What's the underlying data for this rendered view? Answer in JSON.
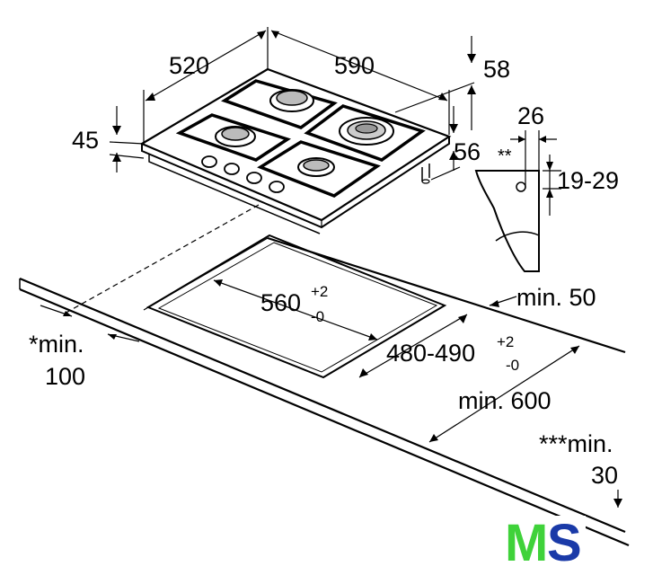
{
  "dimensions": {
    "hob_depth": "520",
    "hob_width": "590",
    "total_height": "58",
    "glass_thickness": "45",
    "under_height": "56",
    "hole_offset": "26",
    "double_star_label": "**",
    "worktop_range": "19-29",
    "cutout_width": "560",
    "cutout_width_plus": "+2",
    "cutout_width_minus": "-0",
    "cutout_depth": "480-490",
    "cutout_depth_plus": "+2",
    "cutout_depth_minus": "-0",
    "min_back": "min. 50",
    "min_worktop": "min. 600",
    "side_min_line1": "*min.",
    "side_min_line2": "100",
    "wall_min_line1": "***min.",
    "wall_min_line2": "30"
  },
  "logo": {
    "text": "MS",
    "colors": {
      "m": "#3fd23a",
      "s": "#1a3aa8"
    }
  }
}
